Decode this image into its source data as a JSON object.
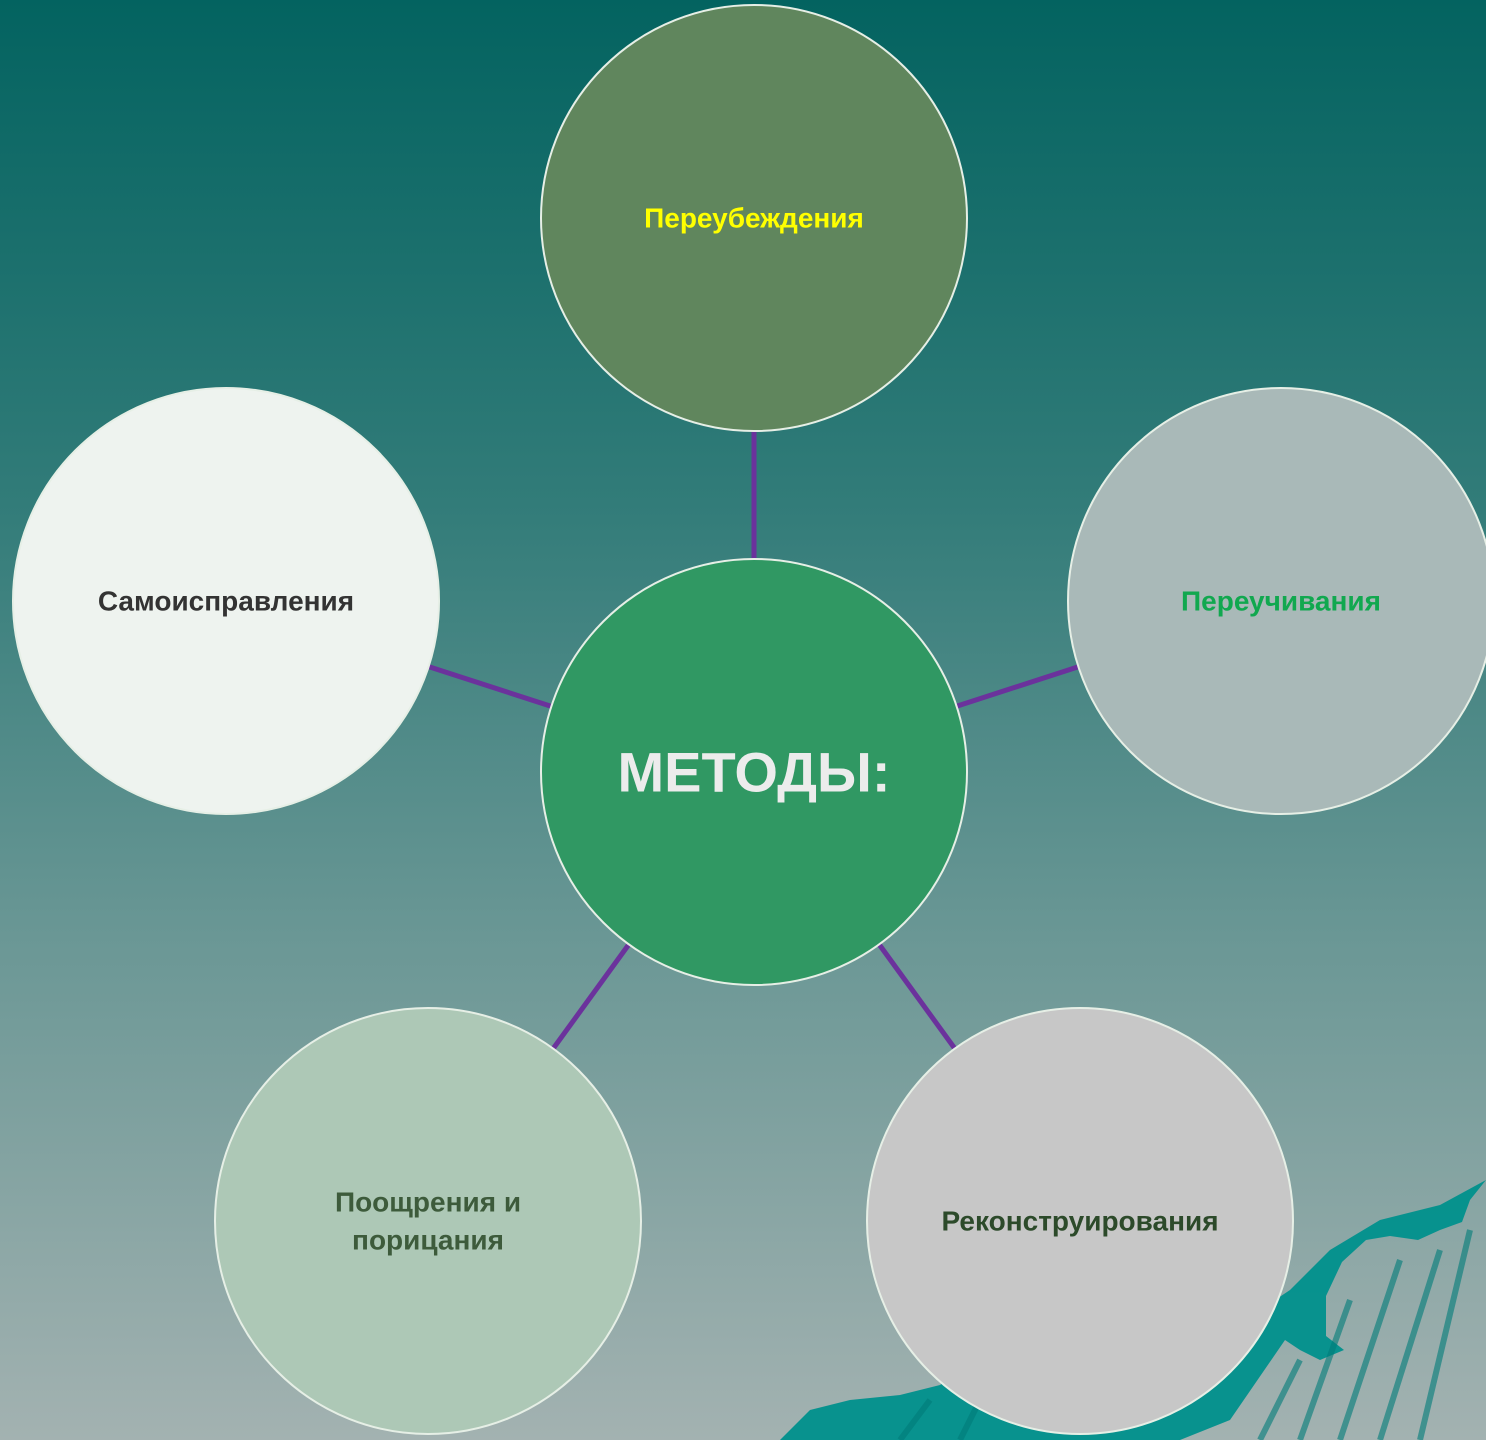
{
  "diagram": {
    "center": {
      "label": "МЕТОДЫ:",
      "fill": "#309863",
      "text_color": "#ececec"
    },
    "nodes": [
      {
        "id": "top",
        "lines": [
          "Переубеждения"
        ],
        "fill": "#60865d",
        "text_color": "#ffff00"
      },
      {
        "id": "right",
        "lines": [
          "Переучивания"
        ],
        "fill": "#a9b9b8",
        "text_color": "#11a84f"
      },
      {
        "id": "bottom-right",
        "lines": [
          "Реконструирования"
        ],
        "fill": "#c7c7c7",
        "text_color": "#2c4a2a"
      },
      {
        "id": "bottom-left",
        "lines": [
          "Поощрения и",
          "порицания"
        ],
        "fill": "#adc8b6",
        "text_color": "#3d5b3b"
      },
      {
        "id": "left",
        "lines": [
          "Самоисправления"
        ],
        "fill": "#eef3ef",
        "text_color": "#333333"
      }
    ],
    "connector_color": "#6b329c",
    "circle_border_color": "#e6efe6",
    "decoration_color": "#00908c"
  }
}
